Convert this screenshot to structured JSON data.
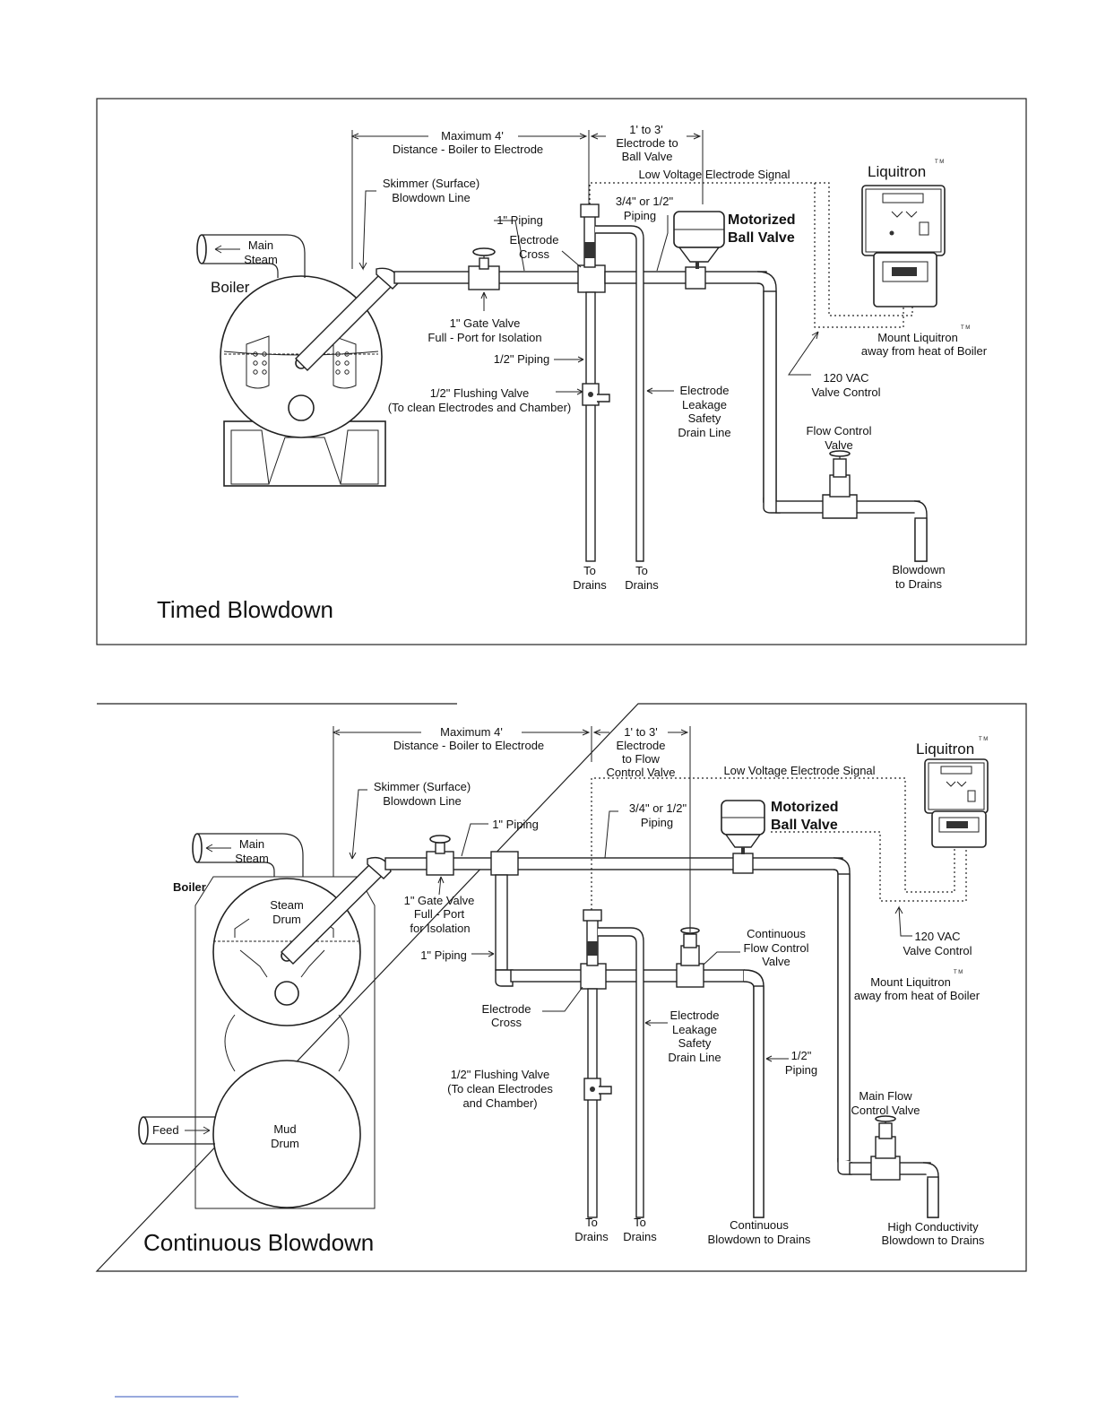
{
  "timed": {
    "title": "Timed Blowdown",
    "liquitron": "Liquitron",
    "tm": "T M",
    "max_distance_1": "Maximum 4'",
    "max_distance_2": "Distance - Boiler to Electrode",
    "electrode_ball_1": "1' to 3'",
    "electrode_ball_2": "Electrode to",
    "electrode_ball_3": "Ball Valve",
    "low_voltage": "Low Voltage Electrode Signal",
    "skimmer_1": "Skimmer (Surface)",
    "skimmer_2": "Blowdown Line",
    "piping_34_1": "3/4\" or 1/2\"",
    "piping_34_2": "Piping",
    "one_inch_piping": "1\" Piping",
    "motorized_1": "Motorized",
    "motorized_2": "Ball Valve",
    "main_steam_1": "Main",
    "main_steam_2": "Steam",
    "electrode_cross_1": "Electrode",
    "electrode_cross_2": "Cross",
    "boiler": "Boiler",
    "gate_valve_1": "1\" Gate Valve",
    "gate_valve_2": "Full - Port for Isolation",
    "mount_1": "Mount Liquitron",
    "mount_2": "away from heat of Boiler",
    "half_piping": "1/2\" Piping",
    "vac_1": "120 VAC",
    "vac_2": "Valve Control",
    "flushing_1": "1/2\" Flushing Valve",
    "flushing_2": "(To clean Electrodes and Chamber)",
    "leakage_1": "Electrode",
    "leakage_2": "Leakage",
    "leakage_3": "Safety",
    "leakage_4": "Drain Line",
    "flow_control_1": "Flow Control",
    "flow_control_2": "Valve",
    "to_drains_1a": "To",
    "to_drains_1b": "Drains",
    "to_drains_2a": "To",
    "to_drains_2b": "Drains",
    "blowdown_1": "Blowdown",
    "blowdown_2": "to Drains"
  },
  "continuous": {
    "title": "Continuous Blowdown",
    "liquitron": "Liquitron",
    "tm": "T M",
    "max_distance_1": "Maximum 4'",
    "max_distance_2": "Distance - Boiler to Electrode",
    "electrode_flow_1": "1' to 3'",
    "electrode_flow_2": "Electrode",
    "electrode_flow_3": "to Flow",
    "electrode_flow_4": "Control Valve",
    "low_voltage": "Low Voltage Electrode Signal",
    "skimmer_1": "Skimmer (Surface)",
    "skimmer_2": "Blowdown Line",
    "motorized_1": "Motorized",
    "motorized_2": "Ball Valve",
    "piping_34_1": "3/4\" or 1/2\"",
    "piping_34_2": "Piping",
    "one_inch_piping_top": "1\" Piping",
    "main_steam_1": "Main",
    "main_steam_2": "Steam",
    "boiler": "Boiler",
    "steam_drum_1": "Steam",
    "steam_drum_2": "Drum",
    "gate_valve_1": "1\" Gate Valve",
    "gate_valve_2": "Full - Port",
    "gate_valve_3": "for Isolation",
    "vac_1": "120 VAC",
    "vac_2": "Valve Control",
    "continuous_fc_1": "Continuous",
    "continuous_fc_2": "Flow Control",
    "continuous_fc_3": "Valve",
    "one_inch_piping_mid": "1\" Piping",
    "mount_1": "Mount Liquitron",
    "mount_2": "away from heat of Boiler",
    "electrode_cross_1": "Electrode",
    "electrode_cross_2": "Cross",
    "leakage_1": "Electrode",
    "leakage_2": "Leakage",
    "leakage_3": "Safety",
    "leakage_4": "Drain Line",
    "half_piping_1": "1/2\"",
    "half_piping_2": "Piping",
    "flushing_1": "1/2\" Flushing Valve",
    "flushing_2": "(To clean Electrodes",
    "flushing_3": "and Chamber)",
    "main_flow_1": "Main Flow",
    "main_flow_2": "Control Valve",
    "feed": "Feed",
    "mud_drum_1": "Mud",
    "mud_drum_2": "Drum",
    "to_drains_1a": "To",
    "to_drains_1b": "Drains",
    "to_drains_2a": "To",
    "to_drains_2b": "Drains",
    "cont_blowdown_1": "Continuous",
    "cont_blowdown_2": "Blowdown to Drains",
    "high_cond_1": "High Conductivity",
    "high_cond_2": "Blowdown to Drains"
  }
}
